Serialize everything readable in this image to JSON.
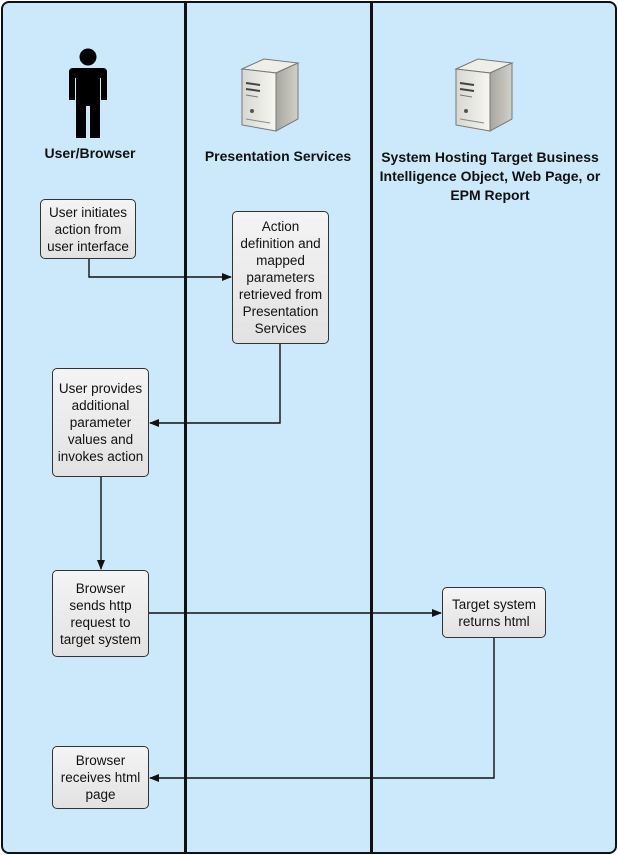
{
  "lanes": {
    "user": {
      "title": "User/Browser",
      "icon": "person-icon"
    },
    "presentation": {
      "title": "Presentation Services",
      "icon": "server-icon"
    },
    "target": {
      "title": "System Hosting Target Business Intelligence Object, Web Page, or EPM Report",
      "icon": "server-icon"
    }
  },
  "steps": {
    "initiate": "User initiates action from user interface",
    "retrieve": "Action definition and mapped parameters retrieved from Presentation Services",
    "provide": "User provides additional parameter values and invokes action",
    "send": "Browser sends http request to target system",
    "returns": "Target system returns html",
    "receives": "Browser receives html page"
  },
  "colors": {
    "lane_background": "#cce9fb",
    "box_fill": "#e8e8e8",
    "line": "#111111"
  }
}
